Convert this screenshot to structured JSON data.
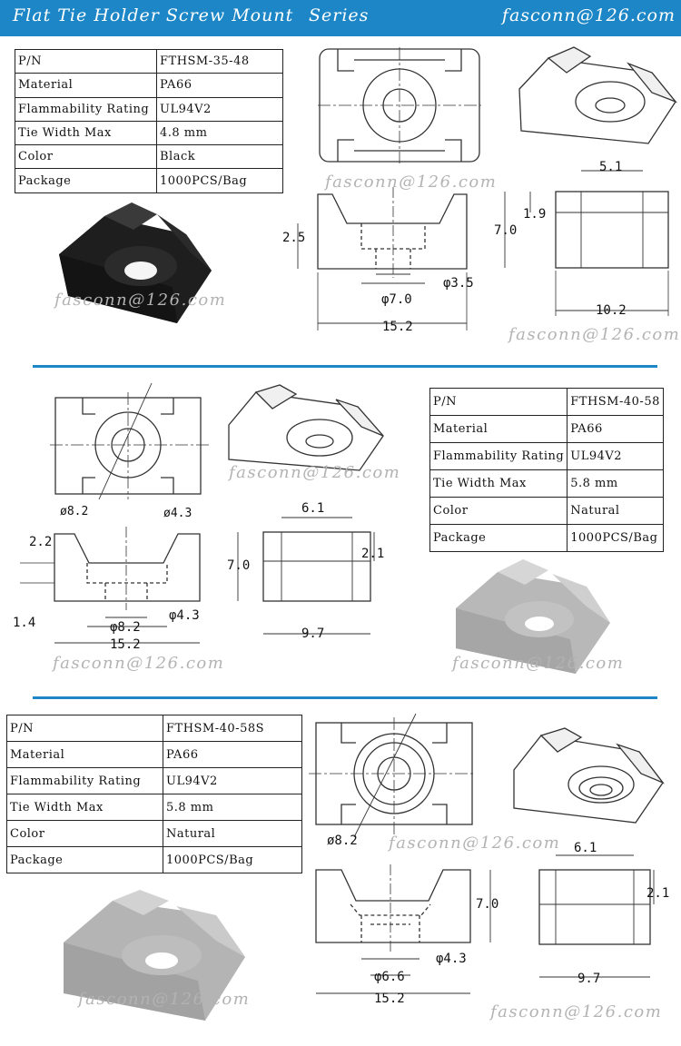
{
  "header": {
    "title": "Flat Tie Holder Screw Mount",
    "series": "Series",
    "email": "fasconn@126.com"
  },
  "watermark": "fasconn@126.com",
  "products": [
    {
      "specs": [
        {
          "label": "P/N",
          "value": "FTHSM-35-48"
        },
        {
          "label": "Material",
          "value": "PA66"
        },
        {
          "label": "Flammability Rating",
          "value": "UL94V2"
        },
        {
          "label": "Tie Width Max",
          "value": "4.8  mm"
        },
        {
          "label": "Color",
          "value": "Black"
        },
        {
          "label": "Package",
          "value": "1000PCS/Bag"
        }
      ],
      "dims": {
        "height_left": "2.5",
        "hole_small": "φ3.5",
        "hole_large": "φ7.0",
        "length": "15.2",
        "top_width": "5.1",
        "depth": "1.9",
        "height": "7.0",
        "width": "10.2"
      },
      "color_hex": "#2e2e2e"
    },
    {
      "specs": [
        {
          "label": "P/N",
          "value": "FTHSM-40-58"
        },
        {
          "label": "Material",
          "value": "PA66"
        },
        {
          "label": "Flammability Rating",
          "value": "UL94V2"
        },
        {
          "label": "Tie Width Max",
          "value": "5.8  mm"
        },
        {
          "label": "Color",
          "value": "Natural"
        },
        {
          "label": "Package",
          "value": "1000PCS/Bag"
        }
      ],
      "dims": {
        "top_outer": "ø8.2",
        "top_inner": "ø4.3",
        "depth_top": "2.2",
        "depth_bottom": "1.4",
        "hole_large": "φ8.2",
        "hole_small": "φ4.3",
        "length": "15.2",
        "top_width": "6.1",
        "height": "7.0",
        "step": "2.1",
        "width": "9.7"
      },
      "color_hex": "#c8c8c8"
    },
    {
      "specs": [
        {
          "label": "P/N",
          "value": "FTHSM-40-58S"
        },
        {
          "label": "Material",
          "value": "PA66"
        },
        {
          "label": "Flammability Rating",
          "value": "UL94V2"
        },
        {
          "label": "Tie Width Max",
          "value": "5.8  mm"
        },
        {
          "label": "Color",
          "value": "Natural"
        },
        {
          "label": "Package",
          "value": "1000PCS/Bag"
        }
      ],
      "dims": {
        "top_outer": "ø8.2",
        "height": "7.0",
        "hole_small": "φ4.3",
        "hole_large": "φ6.6",
        "length": "15.2",
        "top_width": "6.1",
        "step": "2.1",
        "width": "9.7"
      },
      "color_hex": "#c4c4c4"
    }
  ],
  "colors": {
    "accent": "#1d86c6",
    "line": "#222222",
    "watermark": "#b3b3b3"
  }
}
